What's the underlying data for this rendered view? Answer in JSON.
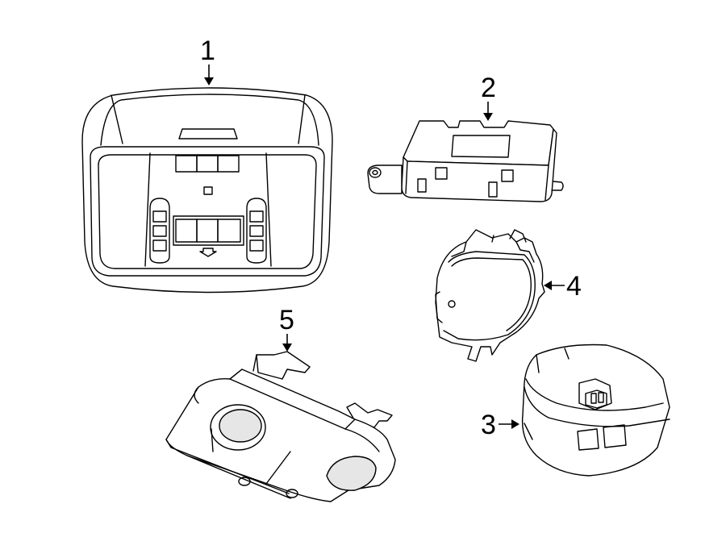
{
  "callouts": [
    {
      "id": "1",
      "label": "1"
    },
    {
      "id": "2",
      "label": "2"
    },
    {
      "id": "3",
      "label": "3"
    },
    {
      "id": "4",
      "label": "4"
    },
    {
      "id": "5",
      "label": "5"
    }
  ],
  "colors": {
    "line": "#000000",
    "background": "#ffffff",
    "lens": "#e6e6e6"
  }
}
